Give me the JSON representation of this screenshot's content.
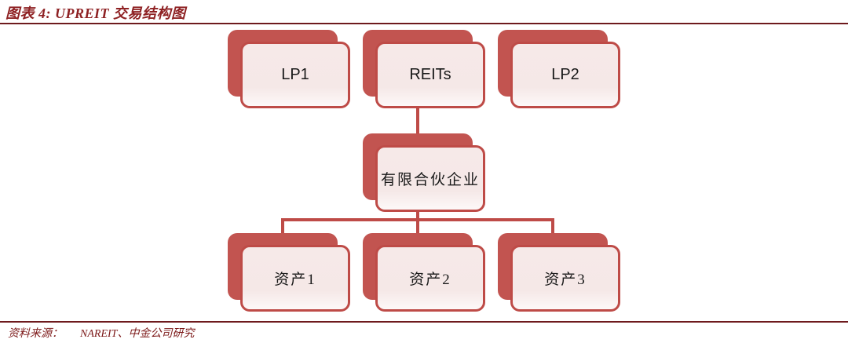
{
  "header": {
    "title": "图表 4: UPREIT 交易结构图"
  },
  "diagram": {
    "nodes": [
      {
        "id": "lp1",
        "label": "LP1"
      },
      {
        "id": "reits",
        "label": "REITs"
      },
      {
        "id": "lp2",
        "label": "LP2"
      },
      {
        "id": "partnership",
        "label": "有限合伙企业"
      },
      {
        "id": "asset1",
        "label": "资产1"
      },
      {
        "id": "asset2",
        "label": "资产2"
      },
      {
        "id": "asset3",
        "label": "资产3"
      }
    ],
    "edges": [
      {
        "from": "reits",
        "to": "partnership"
      },
      {
        "from": "partnership",
        "to": "asset1"
      },
      {
        "from": "partnership",
        "to": "asset2"
      },
      {
        "from": "partnership",
        "to": "asset3"
      }
    ]
  },
  "footer": {
    "source_label": "资料来源：",
    "source_text": "NAREIT、中金公司研究"
  },
  "colors": {
    "accent": "#BE4B47",
    "shadow_fill": "#C25450",
    "node_fill": "#F6E9E8",
    "title_text": "#8E2123",
    "rule": "#6E1A1D",
    "label_text": "#1A1A1A"
  }
}
